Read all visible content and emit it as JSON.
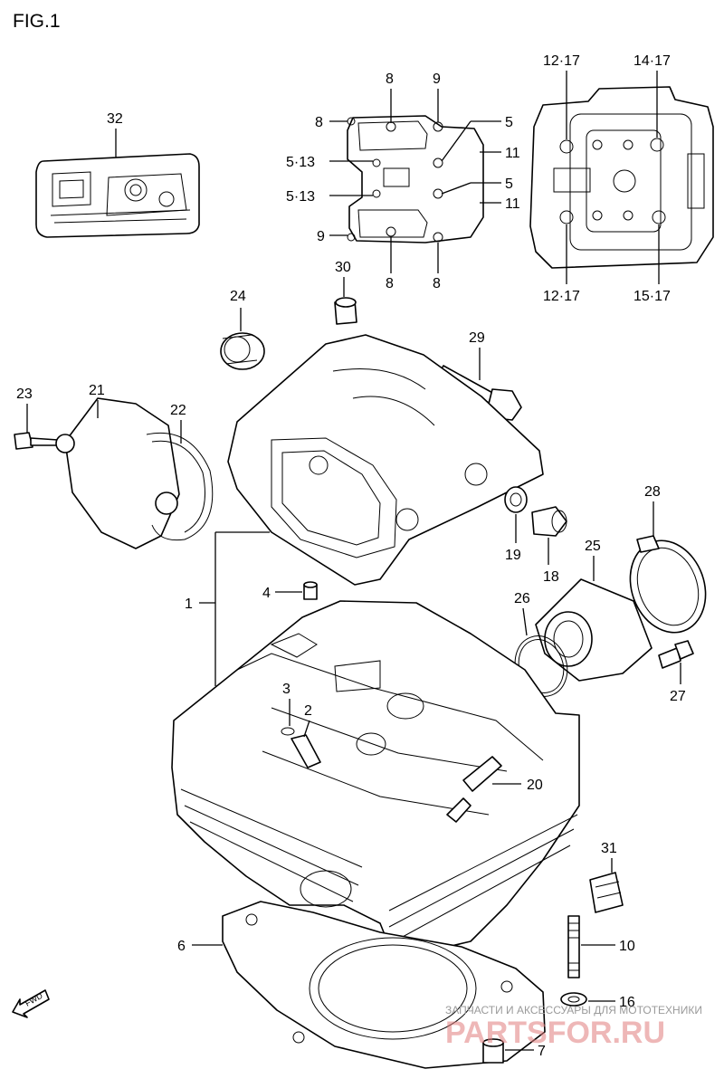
{
  "figure": {
    "title": "FIG.1"
  },
  "watermark": {
    "line1": "ЗАПЧАСТИ И АКСЕССУАРЫ ДЛЯ МОТОТЕХНИКИ",
    "line2": "PARTSFOR.RU",
    "color": "#e07b7b"
  },
  "direction_marker": {
    "label": "FWD",
    "icon": "forward-arrow-icon"
  },
  "callouts": {
    "p1": "1",
    "p2": "2",
    "p3": "3",
    "p4": "4",
    "p6": "6",
    "p7": "7",
    "p10": "10",
    "p16": "16",
    "p18": "18",
    "p19": "19",
    "p20": "20",
    "p21": "21",
    "p22": "22",
    "p23": "23",
    "p24": "24",
    "p25": "25",
    "p26": "26",
    "p27": "27",
    "p28": "28",
    "p29": "29",
    "p30": "30",
    "p31": "31",
    "p32": "32",
    "inset_a": {
      "top_left": "8",
      "top_right": "9",
      "left_upper": "8",
      "right_upper": "5",
      "left_mid1": "5·13",
      "right_mid1": "11",
      "left_mid2": "5·13",
      "right_mid2": "5",
      "right_mid3": "11",
      "left_lower": "9",
      "bottom_left": "8",
      "bottom_right": "8"
    },
    "inset_b": {
      "top_left": "12·17",
      "top_right": "14·17",
      "bottom_left": "12·17",
      "bottom_right": "15·17"
    }
  }
}
